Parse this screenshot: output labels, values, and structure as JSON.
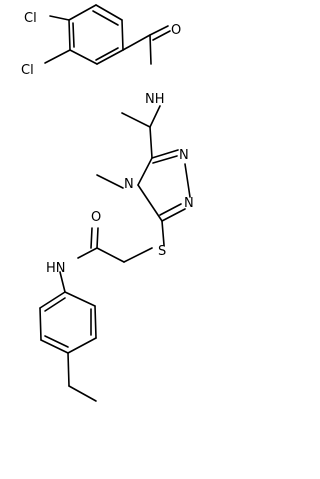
{
  "structure": {
    "atoms": {
      "cl_top": "Cl",
      "cl_left": "Cl",
      "o_amide_top": "O",
      "nh_amide": "NH",
      "n_triazole_a": "N",
      "n_triazole_b": "N",
      "n_methyl": "N",
      "methyl_label": "methyl",
      "s_thioether": "S",
      "o_amide_bottom": "O",
      "nh_anilide": "HN"
    },
    "colors": {
      "ink": "#000000",
      "background": "#ffffff"
    }
  }
}
